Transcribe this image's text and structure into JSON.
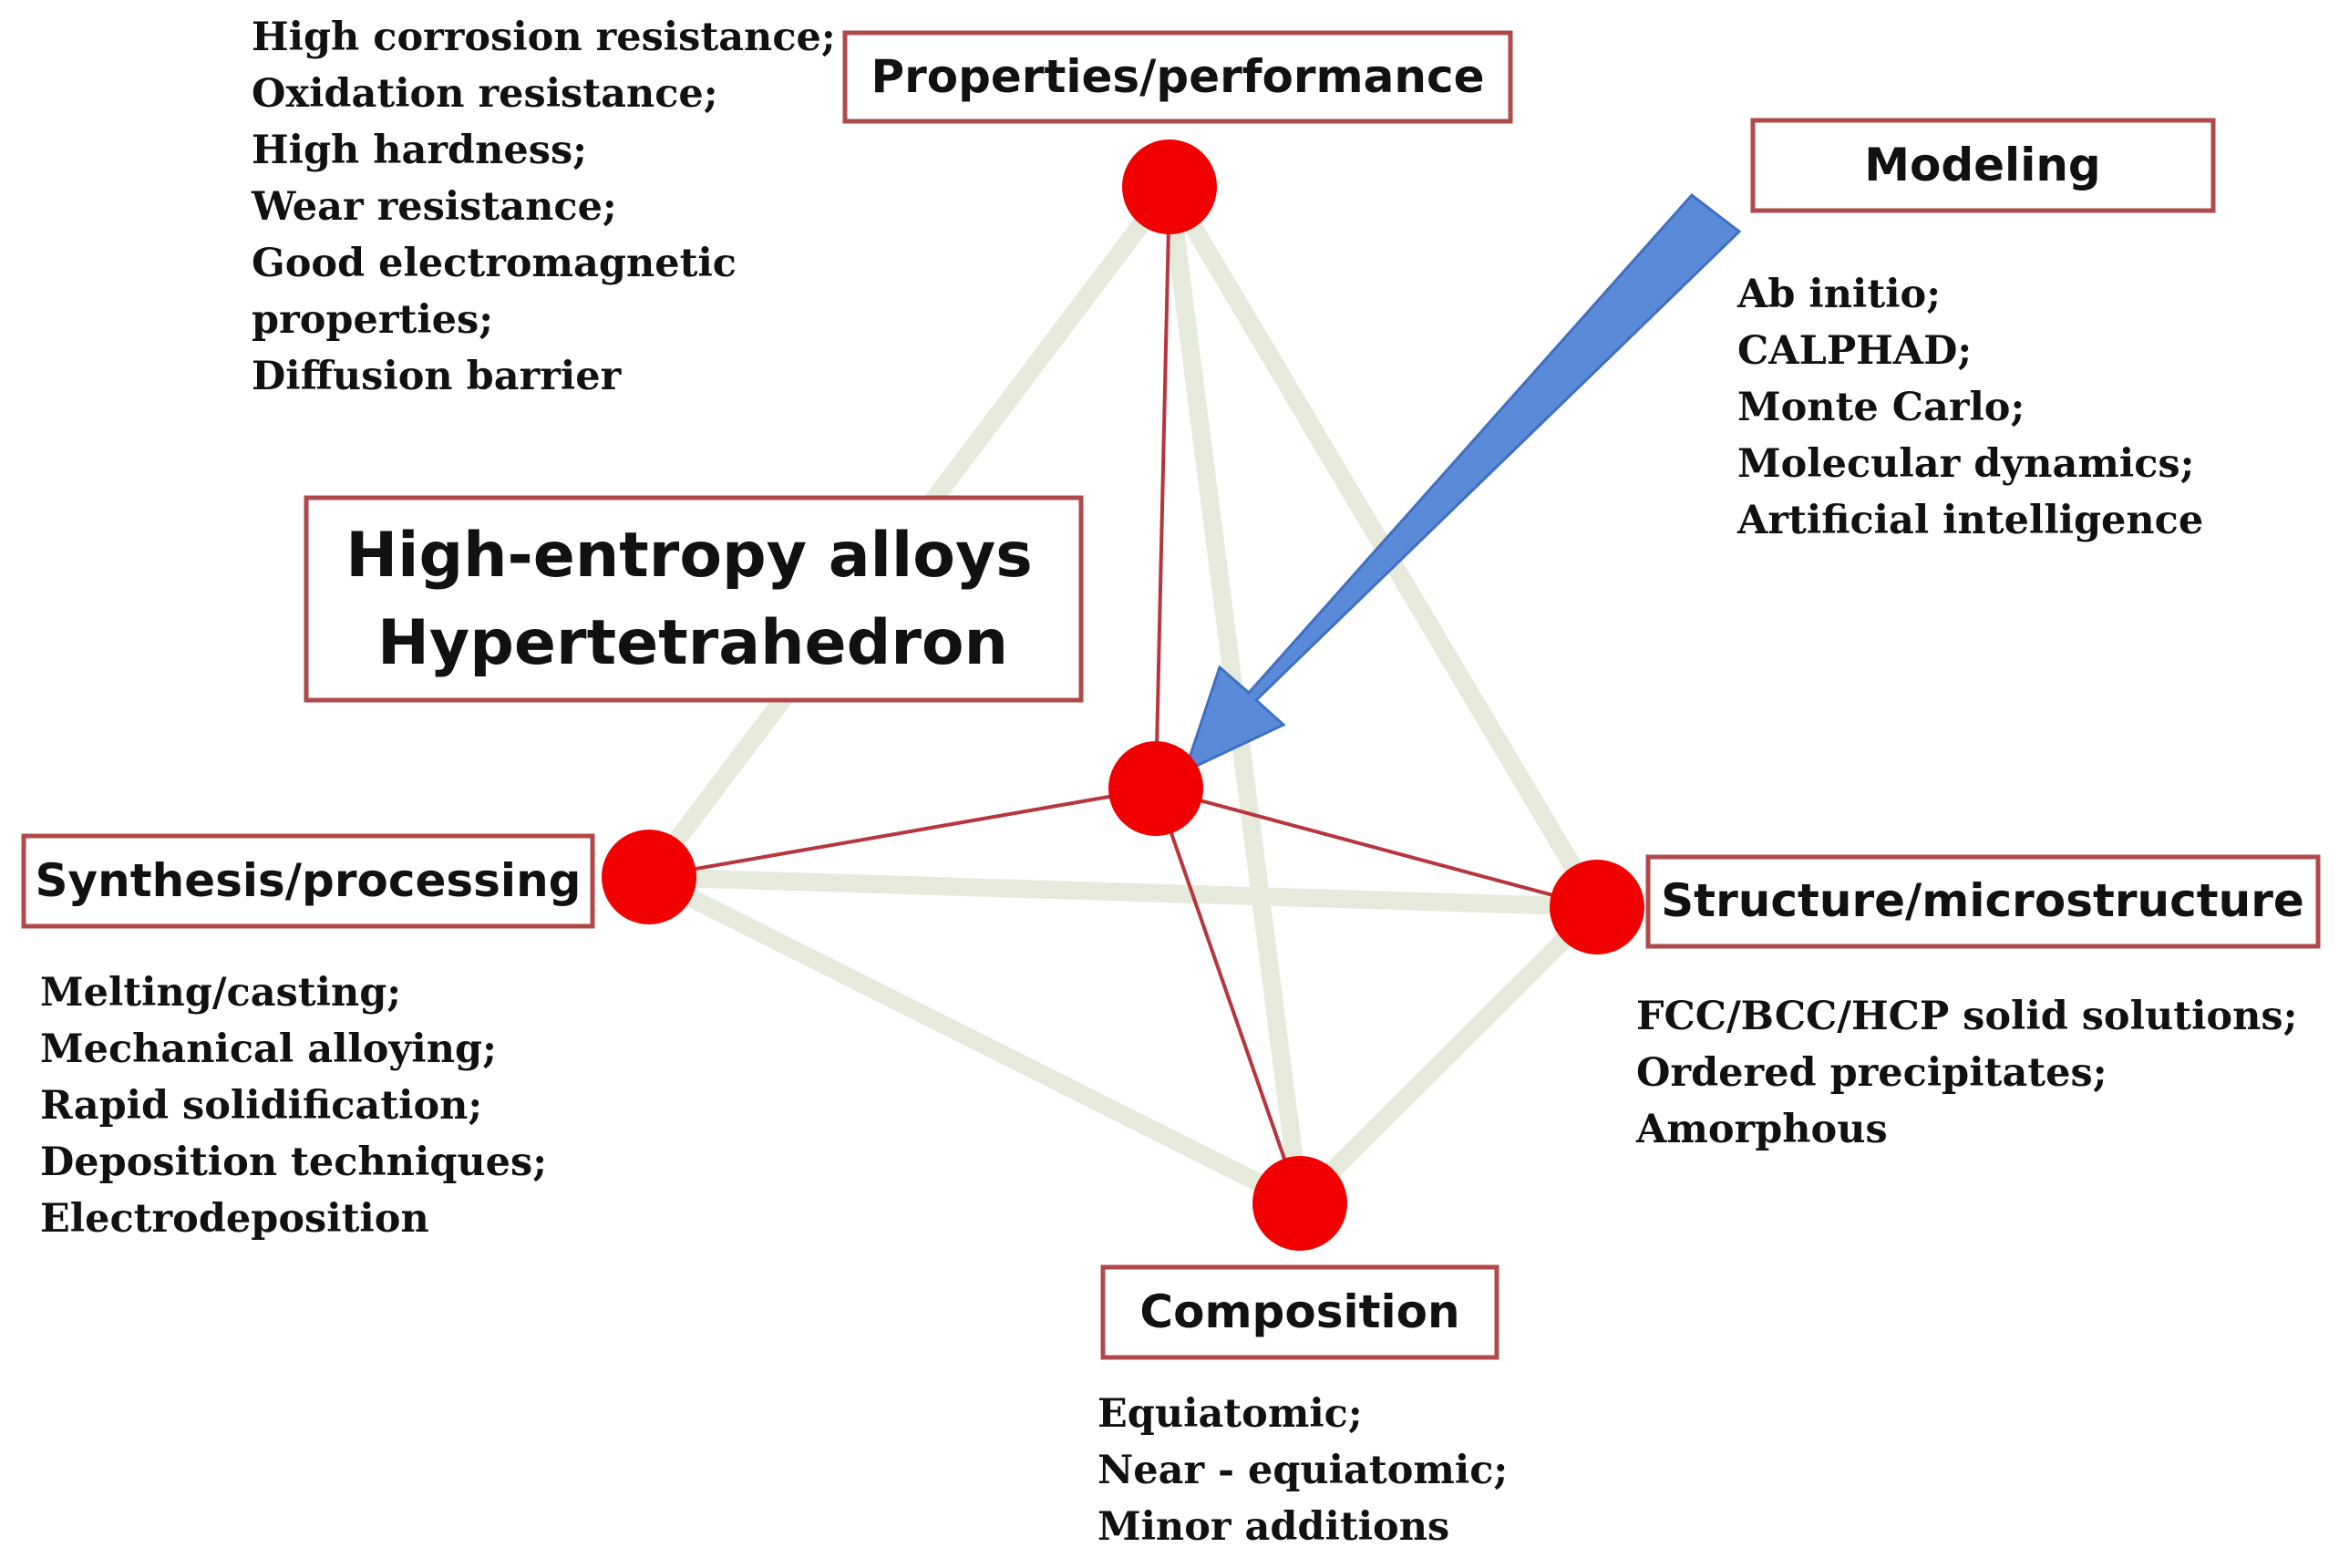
{
  "colors": {
    "node_fill": "#f20000",
    "inner_edge": "#b8353d",
    "outer_edge": "#e6eadb",
    "box_border": "#b04a4a",
    "arrow_fill": "#5b8bd8",
    "arrow_stroke": "#3f6fc0"
  },
  "title_box": {
    "line1": "High-entropy alloys",
    "line2": "Hypertetrahedron"
  },
  "nodes": {
    "properties": {
      "label": "Properties/performance",
      "items": [
        "High corrosion resistance;",
        "Oxidation resistance;",
        "High hardness;",
        "Wear resistance;",
        "Good electromagnetic",
        "properties;",
        "Diffusion barrier"
      ]
    },
    "synthesis": {
      "label": "Synthesis/processing",
      "items": [
        "Melting/casting;",
        "Mechanical alloying;",
        "Rapid solidification;",
        "Deposition techniques;",
        "Electrodeposition"
      ]
    },
    "structure": {
      "label": "Structure/microstructure",
      "items": [
        "FCC/BCC/HCP solid solutions;",
        "Ordered precipitates;",
        "Amorphous"
      ]
    },
    "composition": {
      "label": "Composition",
      "items": [
        "Equiatomic;",
        "Near - equiatomic;",
        "Minor additions"
      ]
    },
    "modeling": {
      "label": "Modeling",
      "items": [
        "Ab initio;",
        "CALPHAD;",
        "Monte Carlo;",
        "Molecular dynamics;",
        "Artificial intelligence"
      ]
    }
  }
}
